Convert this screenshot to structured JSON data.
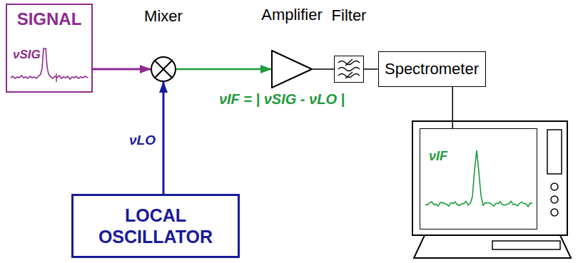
{
  "diagram": {
    "nodes": [
      {
        "text": [
          "SIGNAL",
          "νSIG"
        ]
      },
      {
        "text": [
          "Mixer"
        ]
      },
      {
        "text": [
          "Amplifier"
        ]
      },
      {
        "text": [
          "Filter"
        ]
      },
      {
        "text": [
          "Spectrometer"
        ]
      },
      {
        "text": [
          "LOCAL OSCILLATOR"
        ]
      },
      {
        "text": [
          "νIF"
        ]
      }
    ],
    "edges": [
      {
        "from": 0,
        "to": 1,
        "arrow": "to"
      },
      {
        "from": 1,
        "to": 2,
        "arrow": "to",
        "label": "νIF = | νSIG - νLO |"
      },
      {
        "from": 2,
        "to": 3,
        "arrow": "none"
      },
      {
        "from": 3,
        "to": 4,
        "arrow": "none"
      },
      {
        "from": 4,
        "to": 6,
        "arrow": "none"
      },
      {
        "from": 5,
        "to": 1,
        "arrow": "to",
        "label": "νLO"
      }
    ]
  }
}
